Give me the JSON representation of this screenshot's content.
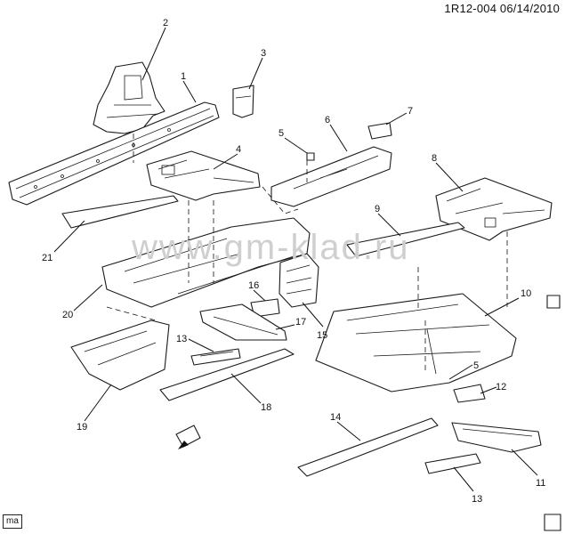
{
  "header": {
    "ref": "1R12-004  06/14/2010"
  },
  "watermark": {
    "text": "www.gm-klad.ru"
  },
  "footer": {
    "tag": "ma"
  },
  "callouts": [
    {
      "id": "c2",
      "label": "2"
    },
    {
      "id": "c1",
      "label": "1"
    },
    {
      "id": "c3",
      "label": "3"
    },
    {
      "id": "c5a",
      "label": "5"
    },
    {
      "id": "c6",
      "label": "6"
    },
    {
      "id": "c7",
      "label": "7"
    },
    {
      "id": "c4",
      "label": "4"
    },
    {
      "id": "c8",
      "label": "8"
    },
    {
      "id": "c9",
      "label": "9"
    },
    {
      "id": "c21",
      "label": "21"
    },
    {
      "id": "c20",
      "label": "20"
    },
    {
      "id": "c16",
      "label": "16"
    },
    {
      "id": "c10",
      "label": "10"
    },
    {
      "id": "c17",
      "label": "17"
    },
    {
      "id": "c15",
      "label": "15"
    },
    {
      "id": "c13a",
      "label": "13"
    },
    {
      "id": "c5b",
      "label": "5"
    },
    {
      "id": "c12",
      "label": "12"
    },
    {
      "id": "c18",
      "label": "18"
    },
    {
      "id": "c19",
      "label": "19"
    },
    {
      "id": "c14",
      "label": "14"
    },
    {
      "id": "c11",
      "label": "11"
    },
    {
      "id": "c13b",
      "label": "13"
    }
  ]
}
